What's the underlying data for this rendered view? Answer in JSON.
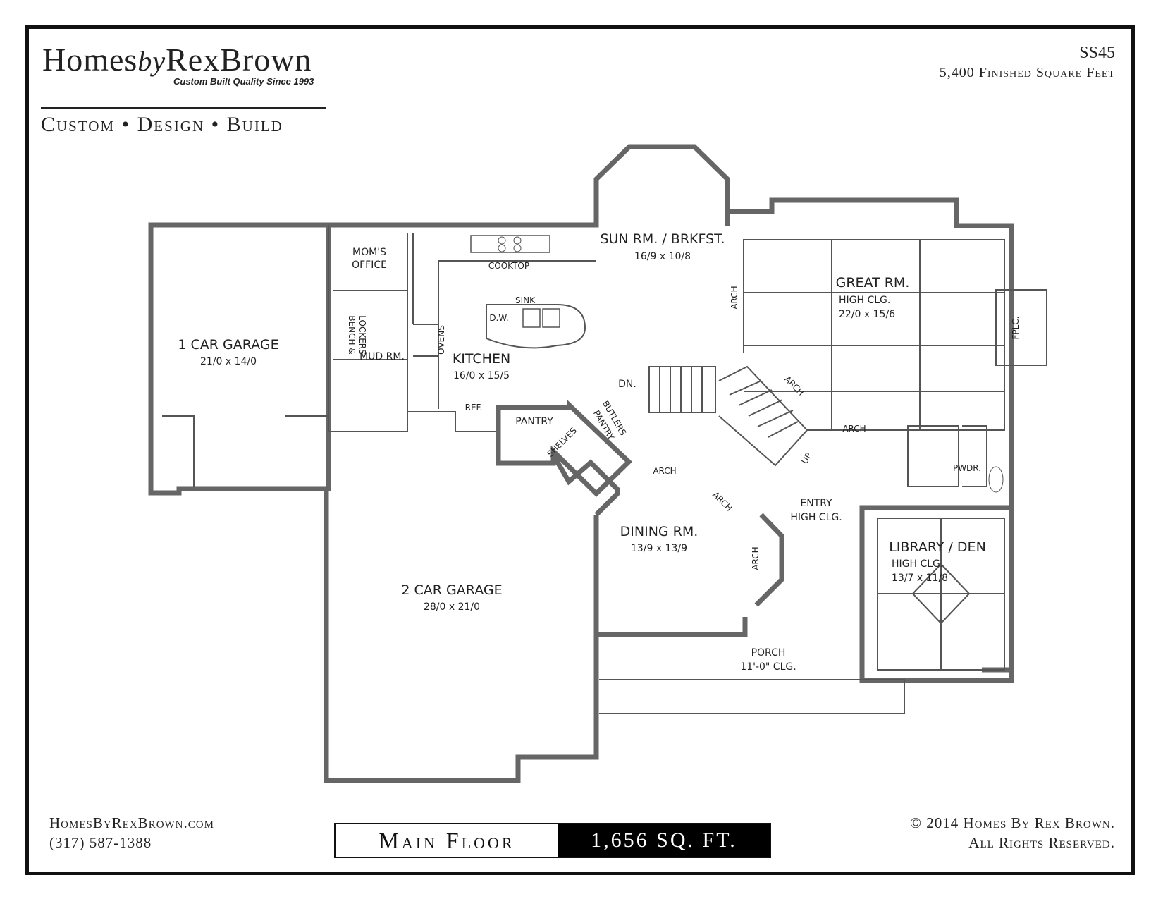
{
  "branding": {
    "brand_homes": "Homes",
    "brand_by": "by",
    "brand_rex": "RexBrown",
    "tagline": "Custom Built Quality Since 1993",
    "services": "Custom • Design • Build"
  },
  "plan": {
    "code": "SS45",
    "finished_area": "5,400 Finished Square Feet",
    "floor_name": "Main Floor",
    "floor_area": "1,656 SQ. FT."
  },
  "footer": {
    "website": "HomesByRexBrown.com",
    "phone": "(317) 587-1388",
    "copyright": "© 2014 Homes By Rex Brown.",
    "rights": "All Rights Reserved."
  },
  "rooms": {
    "one_car_garage": {
      "name": "1 CAR GARAGE",
      "size": "21/0 x 14/0"
    },
    "two_car_garage": {
      "name": "2 CAR GARAGE",
      "size": "28/0 x 21/0"
    },
    "moms_office": {
      "name_line1": "MOM'S",
      "name_line2": "OFFICE"
    },
    "lockers": {
      "line1": "LOCKERS",
      "line2": "BENCH &"
    },
    "mud_room": {
      "name": "MUD RM."
    },
    "kitchen": {
      "name": "KITCHEN",
      "size": "16/0 x 15/5"
    },
    "sun_room": {
      "name": "SUN RM. / BRKFST.",
      "size": "16/9 x 10/8"
    },
    "great_room": {
      "name": "GREAT RM.",
      "note": "HIGH CLG.",
      "size": "22/0 x 15/6"
    },
    "dining_room": {
      "name": "DINING RM.",
      "size": "13/9 x 13/9"
    },
    "entry": {
      "name": "ENTRY",
      "note": "HIGH CLG."
    },
    "library": {
      "name": "LIBRARY / DEN",
      "note": "HIGH CLG.",
      "size": "13/7 x 11/8"
    },
    "porch": {
      "name": "PORCH",
      "note": "11'-0\" CLG."
    },
    "pantry": {
      "name": "PANTRY"
    },
    "butlers_pantry": {
      "line1": "BUTLERS",
      "line2": "PANTRY"
    },
    "powder": {
      "name": "PWDR."
    }
  },
  "fixtures": {
    "cooktop": "COOKTOP",
    "sink": "SINK",
    "dishwasher": "D.W.",
    "ovens": "OVENS",
    "refrigerator": "REF.",
    "shelves": "SHELVES",
    "fireplace": "FPLC.",
    "stairs_down": "DN.",
    "stairs_up": "UP",
    "arch": "ARCH"
  }
}
